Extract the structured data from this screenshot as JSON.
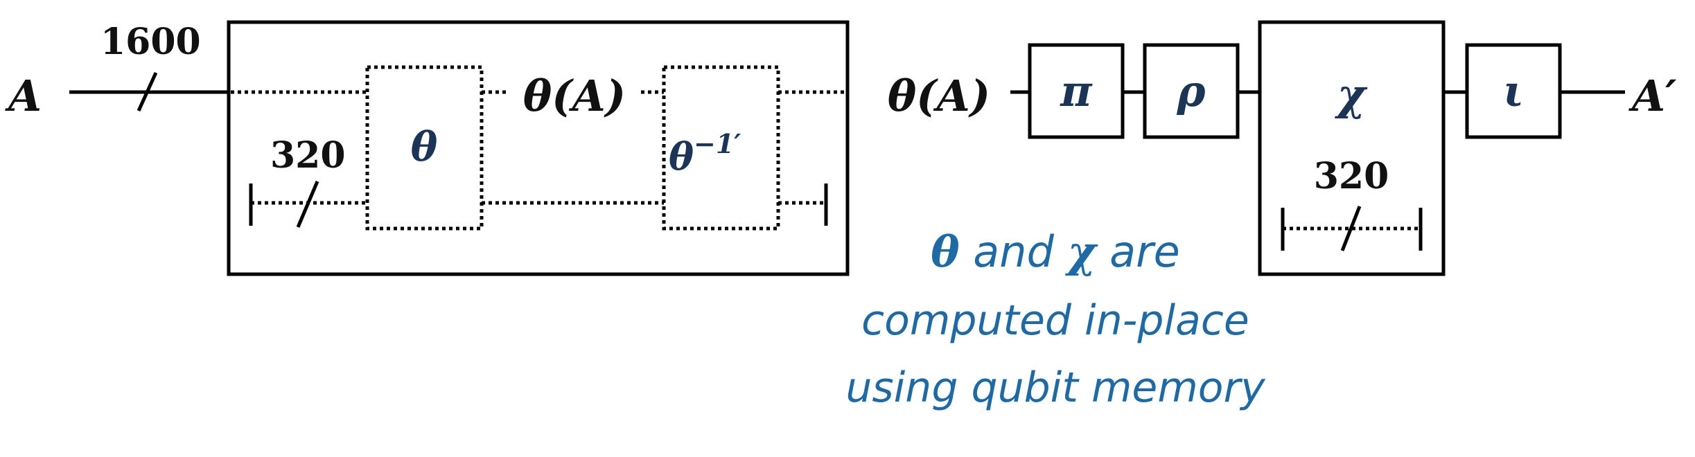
{
  "labels": {
    "input": "A",
    "output": "A′",
    "register_large": "1600",
    "register_small": "320",
    "register_chi": "320",
    "theta_A_inner": "θ(A)",
    "theta_A_outer": "θ(A)"
  },
  "gates": {
    "theta": "θ",
    "theta_inv_base": "θ",
    "theta_inv_sup": "−1′",
    "pi": "π",
    "rho": "ρ",
    "chi": "χ",
    "iota": "ι"
  },
  "note": {
    "line1_theta": "θ",
    "line1_and": " and ",
    "line1_chi": "χ",
    "line1_rest": " are",
    "line2": "computed in-place",
    "line3": "using qubit memory"
  },
  "colors": {
    "wire": "#000000",
    "gate_text": "#1c3557",
    "note": "#1f6aa5"
  }
}
